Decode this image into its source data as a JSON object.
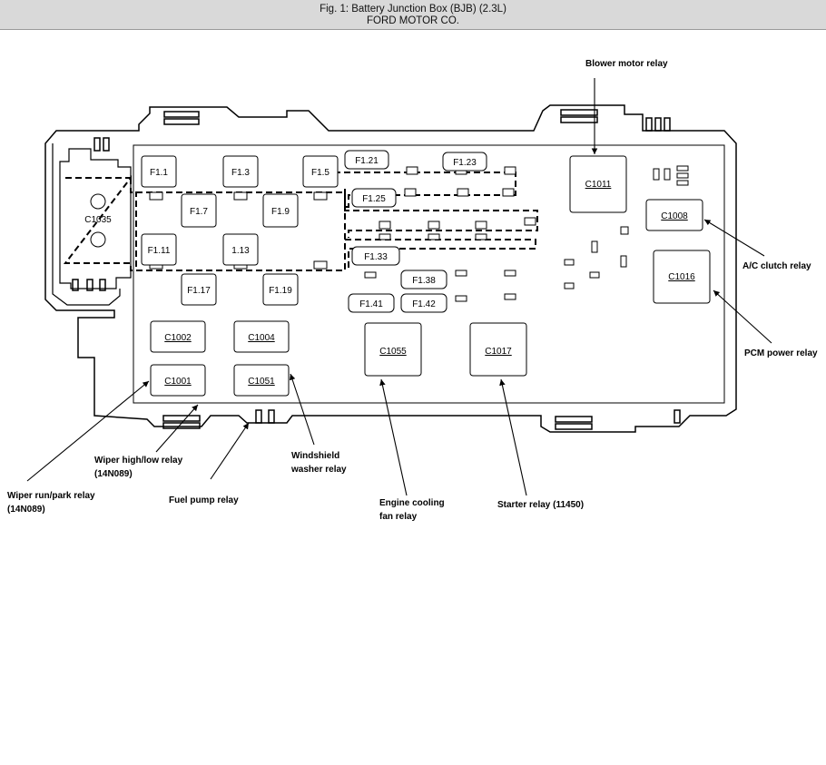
{
  "header": {
    "title": "Fig. 1: Battery Junction Box (BJB) (2.3L)",
    "subtitle": "FORD MOTOR CO."
  },
  "fuses": {
    "f1_1": "F1.1",
    "f1_3": "F1.3",
    "f1_5": "F1.5",
    "f1_7": "F1.7",
    "f1_9": "F1.9",
    "f1_11": "F1.11",
    "f1_13": "1.13",
    "f1_17": "F1.17",
    "f1_19": "F1.19",
    "f1_21": "F1.21",
    "f1_23": "F1.23",
    "f1_25": "F1.25",
    "f1_33": "F1.33",
    "f1_38": "F1.38",
    "f1_41": "F1.41",
    "f1_42": "F1.42"
  },
  "connectors": {
    "c1035": "C1035",
    "c1011": "C1011",
    "c1008": "C1008",
    "c1016": "C1016",
    "c1002": "C1002",
    "c1004": "C1004",
    "c1001": "C1001",
    "c1051": "C1051",
    "c1055": "C1055",
    "c1017": "C1017"
  },
  "callouts": {
    "blower_motor_relay": "Blower motor relay",
    "ac_clutch_relay": "A/C clutch relay",
    "pcm_power_relay": "PCM power relay",
    "windshield_washer_l1": "Windshield",
    "windshield_washer_l2": "washer relay",
    "wiper_high_low_l1": "Wiper high/low relay",
    "wiper_high_low_l2": "(14N089)",
    "wiper_run_park_l1": "Wiper run/park relay",
    "wiper_run_park_l2": "(14N089)",
    "fuel_pump_relay": "Fuel pump relay",
    "engine_cooling_l1": "Engine cooling",
    "engine_cooling_l2": "fan relay",
    "starter_relay": "Starter relay (11450)"
  }
}
